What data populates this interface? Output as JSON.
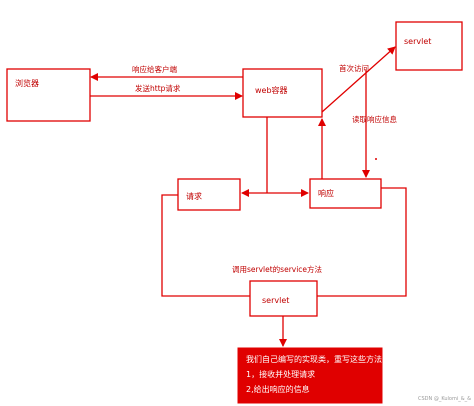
{
  "diagram": {
    "nodes": {
      "browser": "浏览器",
      "web_container": "web容器",
      "servlet_top": "servlet",
      "request": "请求",
      "response": "响应",
      "servlet_bottom": "servlet"
    },
    "edges": {
      "response_to_client": "响应给客户端",
      "send_http_request": "发送http请求",
      "first_visit": "首次访问",
      "read_response_info": "读取响应信息",
      "call_service": "调用servlet的service方法"
    },
    "note": {
      "lines": [
        "我们自己编写的实现类，重写这些方法，",
        "1，接收并处理请求",
        "2,给出响应的信息"
      ]
    },
    "watermark": "CSDN @_Kulomi_&_&",
    "colors": {
      "line": "#e00000",
      "text": "#c00000",
      "note_fill": "#e00000",
      "note_text": "#ffffff"
    }
  }
}
